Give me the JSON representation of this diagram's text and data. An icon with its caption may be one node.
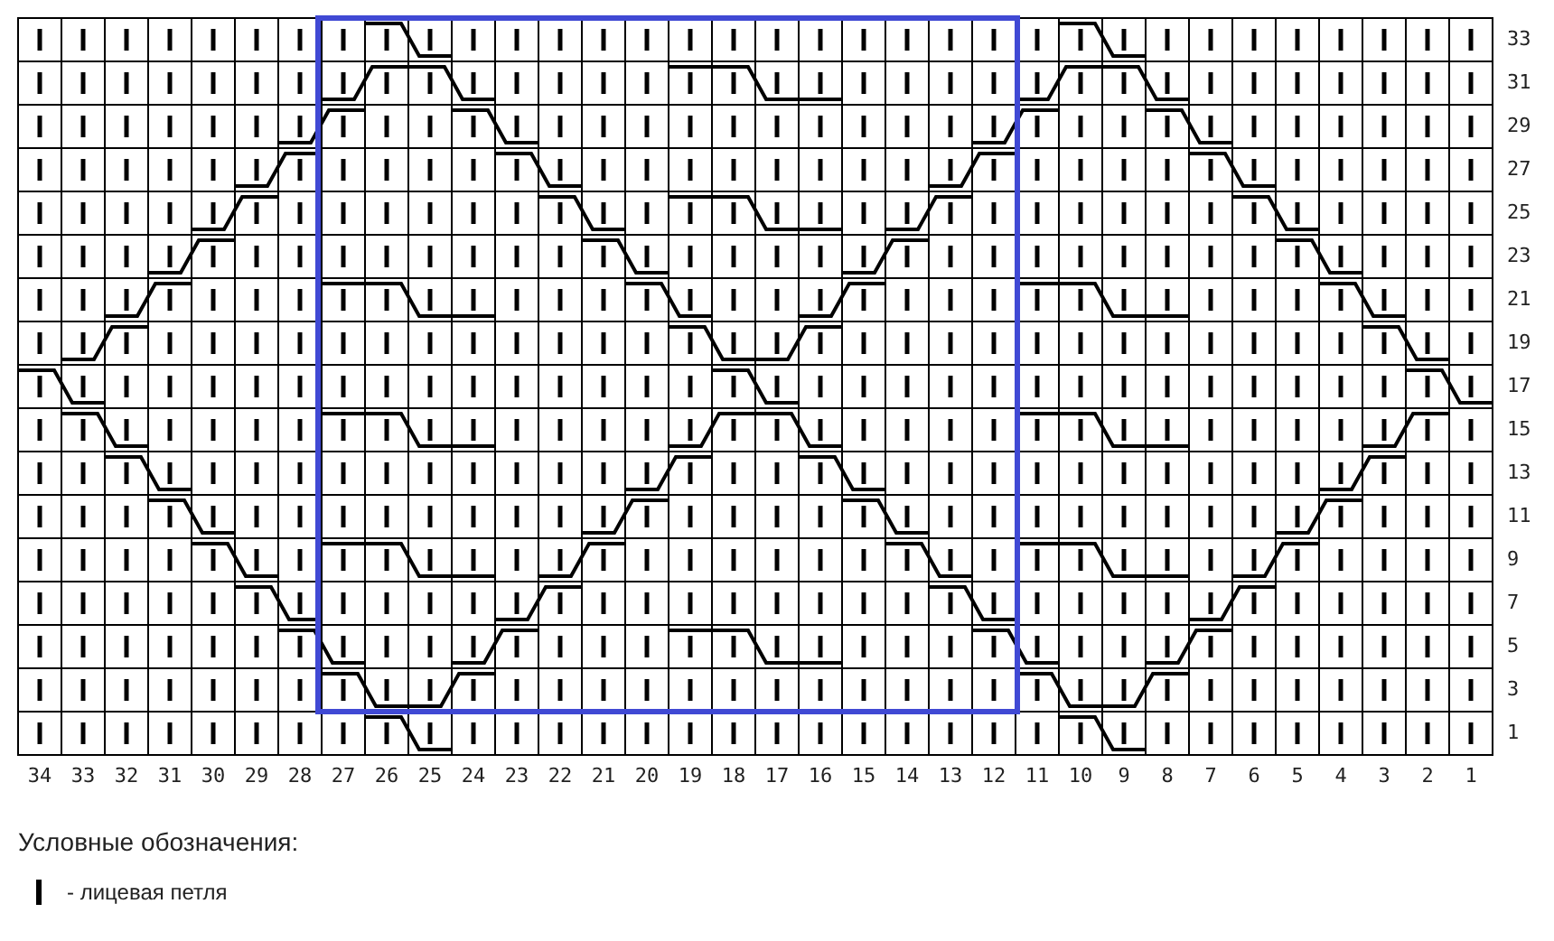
{
  "diagram": {
    "labels": [
      "33",
      "31",
      "29",
      "27",
      "25",
      "23",
      "21",
      "19",
      "17",
      "15",
      "13",
      "11",
      "9",
      "7",
      "5",
      "3",
      "1",
      "34",
      "33",
      "32",
      "31",
      "30",
      "29",
      "28",
      "27",
      "26",
      "25",
      "24",
      "23",
      "22",
      "21",
      "20",
      "19",
      "18",
      "17",
      "16",
      "15",
      "14",
      "13",
      "12",
      "11",
      "10",
      "9",
      "8",
      "7",
      "6",
      "5",
      "4",
      "3",
      "2",
      "1",
      "Условные обозначения:"
    ],
    "legend": [
      {
        "text": "- лицевая петля"
      }
    ]
  }
}
